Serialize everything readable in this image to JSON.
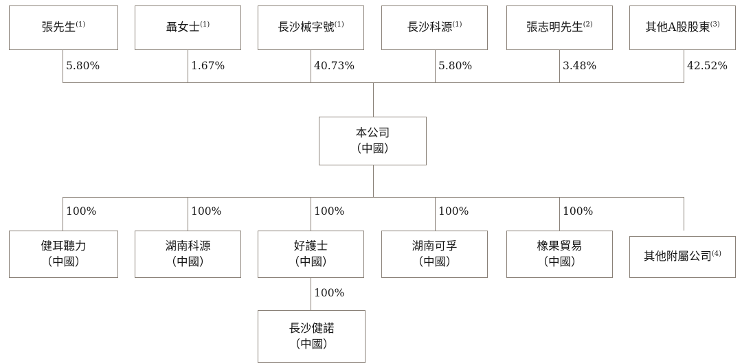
{
  "diagram": {
    "title": "Corporate shareholding and subsidiary structure chart",
    "line_color": "#8a8178",
    "text_color": "#161616",
    "background": "#ffffff",
    "shareholders": [
      {
        "name": "張先生",
        "footnote": "(1)",
        "percent": "5.80%"
      },
      {
        "name": "聶女士",
        "footnote": "(1)",
        "percent": "1.67%"
      },
      {
        "name": "長沙械字號",
        "footnote": "(1)",
        "percent": "40.73%"
      },
      {
        "name": "長沙科源",
        "footnote": "(1)",
        "percent": "5.80%"
      },
      {
        "name": "張志明先生",
        "footnote": "(2)",
        "percent": "3.48%"
      },
      {
        "name": "其他A股股東",
        "footnote": "(3)",
        "percent": "42.52%"
      }
    ],
    "company": {
      "name": "本公司",
      "jurisdiction": "（中國）"
    },
    "subsidiaries": [
      {
        "name": "健耳聽力",
        "jurisdiction": "（中國）",
        "footnote": "",
        "percent": "100%"
      },
      {
        "name": "湖南科源",
        "jurisdiction": "（中國）",
        "footnote": "",
        "percent": "100%"
      },
      {
        "name": "好護士",
        "jurisdiction": "（中國）",
        "footnote": "",
        "percent": "100%"
      },
      {
        "name": "湖南可孚",
        "jurisdiction": "（中國）",
        "footnote": "",
        "percent": "100%"
      },
      {
        "name": "橡果貿易",
        "jurisdiction": "（中國）",
        "footnote": "",
        "percent": "100%"
      },
      {
        "name": "其他附屬公司",
        "jurisdiction": "",
        "footnote": "(4)",
        "percent": ""
      }
    ],
    "sub_subsidiary": {
      "name": "長沙健諾",
      "jurisdiction": "（中國）",
      "percent": "100%",
      "parent": "好護士"
    }
  }
}
